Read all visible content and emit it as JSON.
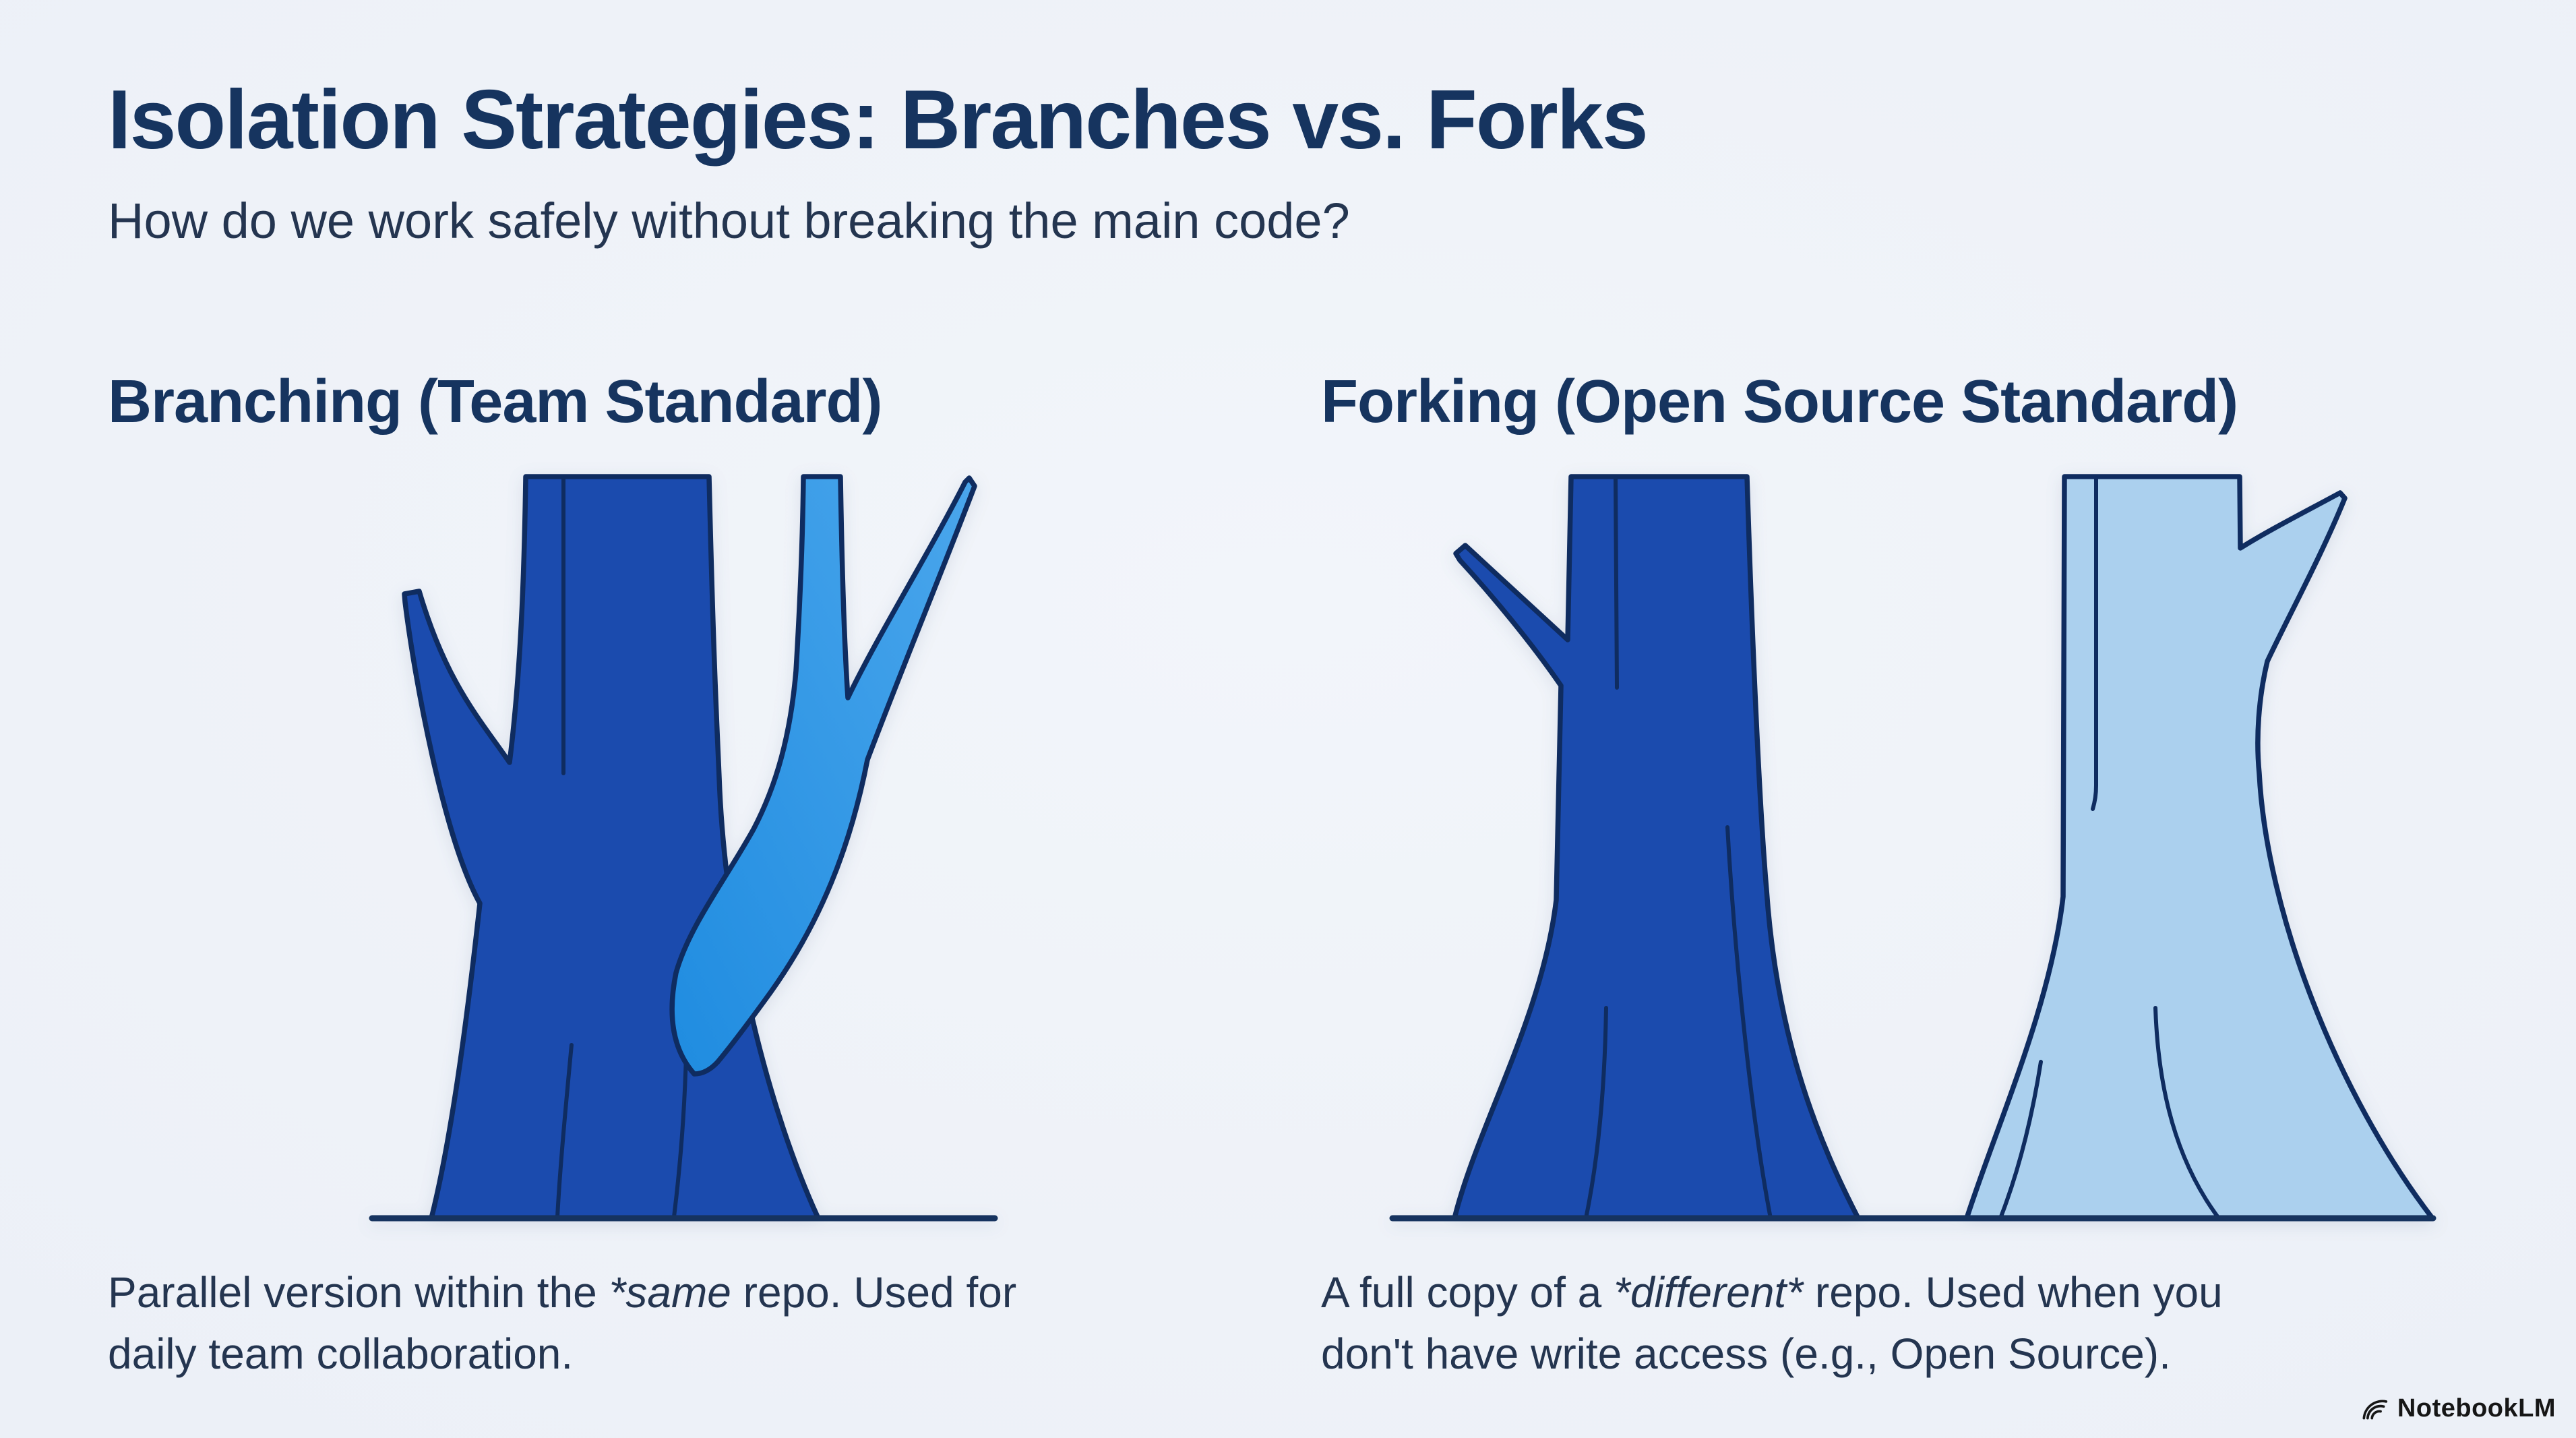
{
  "page": {
    "title": "Isolation Strategies: Branches vs. Forks",
    "subtitle": "How do we work safely without breaking the main code?"
  },
  "sections": {
    "branching": {
      "heading": "Branching (Team Standard)",
      "caption": {
        "line1_before": "Parallel version within the ",
        "line1_em": "*same",
        "line1_after": " repo. Used for",
        "line2": "daily team collaboration."
      }
    },
    "forking": {
      "heading": "Forking (Open Source Standard)",
      "caption": {
        "line1_before": "A full copy of a ",
        "line1_em": "*different*",
        "line1_after": " repo. Used when you",
        "line2": "don't have write access (e.g., Open Source)."
      }
    }
  },
  "watermark": {
    "label": "NotebookLM",
    "icon": "notebooklm-logo"
  },
  "colors": {
    "background": "#edf1f7",
    "heading_navy": "#16345f",
    "body_text": "#243550",
    "trunk_dark": "#1b4bae",
    "branch_light": "#1f8ce0",
    "branch_light_2": "#4aa6ec",
    "tree_pale": "#abd0ee",
    "outline_navy": "#0f2c60",
    "ground": "#16335f",
    "watermark_text": "#161616"
  }
}
